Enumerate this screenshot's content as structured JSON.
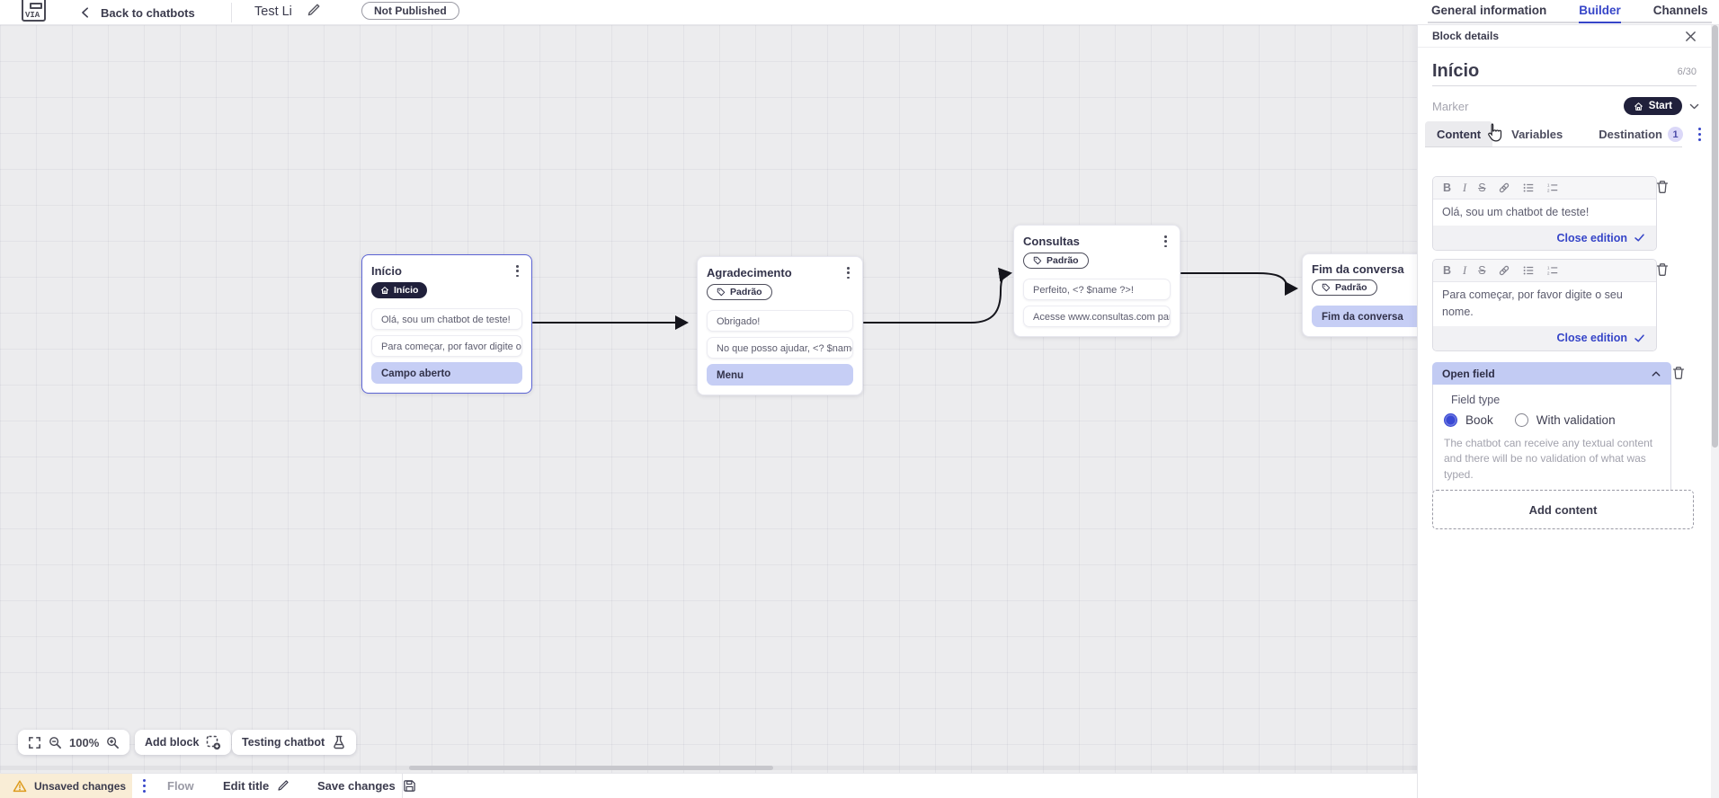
{
  "topbar": {
    "back_label": "Back to chatbots",
    "title": "Test Li",
    "status_badge": "Not Published",
    "tabs": [
      {
        "label": "General information",
        "active": false
      },
      {
        "label": "Builder",
        "active": true
      },
      {
        "label": "Channels",
        "active": false
      }
    ]
  },
  "canvas": {
    "zoom_level": "100%",
    "add_block_label": "Add block",
    "testing_label": "Testing chatbot",
    "blocks": [
      {
        "title": "Início",
        "marker": "Início",
        "items": [
          {
            "text": "Olá, sou um chatbot de teste!",
            "type": "message"
          },
          {
            "text": "Para começar, por favor digite o ...",
            "type": "message"
          },
          {
            "text": "Campo aberto",
            "type": "field"
          }
        ]
      },
      {
        "title": "Agradecimento",
        "marker": "Padrão",
        "items": [
          {
            "text": "Obrigado!",
            "type": "message"
          },
          {
            "text": "No que posso ajudar, <? $name ...",
            "type": "message"
          },
          {
            "text": "Menu",
            "type": "field"
          }
        ]
      },
      {
        "title": "Consultas",
        "marker": "Padrão",
        "items": [
          {
            "text": "Perfeito, <? $name ?>!",
            "type": "message"
          },
          {
            "text": "Acesse www.consultas.com par...",
            "type": "message"
          }
        ]
      },
      {
        "title": "Fim da conversa",
        "marker": "Padrão",
        "items": [
          {
            "text": "Fim da conversa",
            "type": "field"
          }
        ]
      }
    ]
  },
  "panel": {
    "header": "Block details",
    "block_name": "Início",
    "char_counter": "6/30",
    "marker_label": "Marker",
    "marker_value": "Start",
    "tabs": [
      {
        "label": "Content"
      },
      {
        "label": "Variables"
      },
      {
        "label": "Destination",
        "badge": "1"
      }
    ],
    "editors": [
      {
        "text": "Olá, sou um chatbot de teste!",
        "close_label": "Close edition"
      },
      {
        "text": "Para começar, por favor digite o seu nome.",
        "close_label": "Close edition"
      }
    ],
    "open_field": {
      "title": "Open field",
      "field_type_label": "Field type",
      "options": [
        {
          "label": "Book",
          "selected": true
        },
        {
          "label": "With validation",
          "selected": false
        }
      ],
      "description": "The chatbot can receive any textual content and there will be no validation of what was typed."
    },
    "add_content_label": "Add content"
  },
  "statusbar": {
    "unsaved_label": "Unsaved changes",
    "flow_label": "Flow",
    "edit_title_label": "Edit title",
    "save_label": "Save changes"
  },
  "colors": {
    "accent_blue": "#3645c8",
    "periwinkle": "#c6cef5",
    "dark_badge": "#20203b",
    "warning_bg": "#f9edd6",
    "selected_border": "#5b63d3"
  }
}
